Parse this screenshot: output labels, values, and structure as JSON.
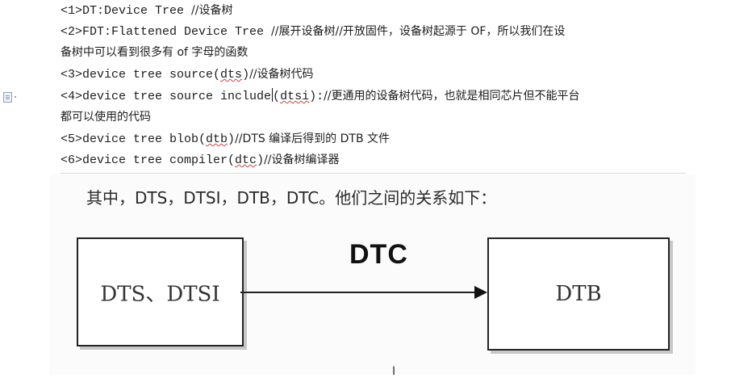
{
  "lines": [
    {
      "code": "<1>DT:Device Tree  ",
      "comment": "//设备树"
    },
    {
      "code": "<2>FDT:Flattened Device Tree  ",
      "comment": "//展开设备树//开放固件，设备树起源于 OF，所以我们在设",
      "cont": "备树中可以看到很多有 of 字母的函数"
    },
    {
      "pre": "<3>device tree source(",
      "mid": "dts",
      "post": ")",
      "comment": "//设备树代码"
    },
    {
      "pre": "<4>device tree source include",
      "mid": "dtsi",
      "post": "):",
      "comment": "//更通用的设备树代码，也就是相同芯片但不能平台",
      "cont": "都可以使用的代码",
      "open": "("
    },
    {
      "pre": "<5>device tree blob(",
      "mid": "dtb",
      "post": ")",
      "comment": "//DTS 编译后得到的 DTB 文件"
    },
    {
      "pre": "<6>device tree compiler(",
      "mid": "dtc",
      "post": ")",
      "comment": "//设备树编译器"
    }
  ],
  "figure": {
    "caption": "其中，DTS，DTSI，DTB，DTC。他们之间的关系如下：",
    "left_box": "DTS、DTSI",
    "right_box": "DTB",
    "arrow_label": "DTC"
  },
  "cursor_glyph": "I",
  "icons": {
    "gutter": "document-icon"
  }
}
